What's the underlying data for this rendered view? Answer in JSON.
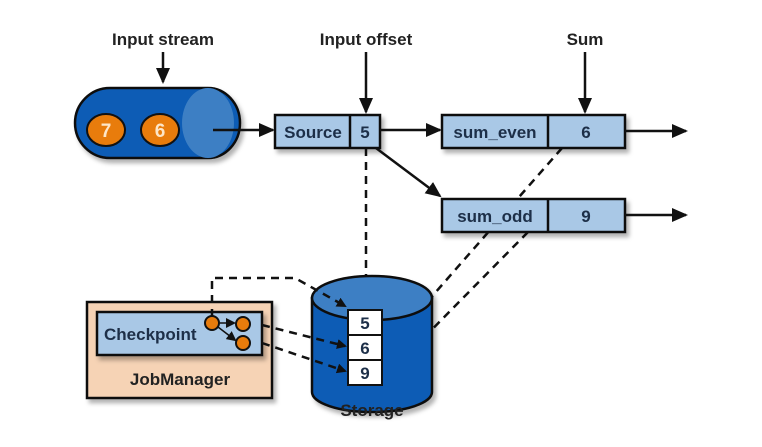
{
  "labels": {
    "input_stream": "Input stream",
    "input_offset": "Input offset",
    "sum": "Sum",
    "storage": "Storage",
    "job_manager": "JobManager",
    "checkpoint": "Checkpoint"
  },
  "stream_events": [
    "7",
    "6"
  ],
  "source": {
    "label": "Source",
    "offset": "5"
  },
  "sum_even": {
    "label": "sum_even",
    "value": "6"
  },
  "sum_odd": {
    "label": "sum_odd",
    "value": "9"
  },
  "storage_values": [
    "5",
    "6",
    "9"
  ],
  "colors": {
    "stream_blue": "#0b5bb5",
    "box_blue": "#a9c8e6",
    "event_orange": "#e87c0c",
    "jobmanager_peach": "#f6d3b5"
  }
}
